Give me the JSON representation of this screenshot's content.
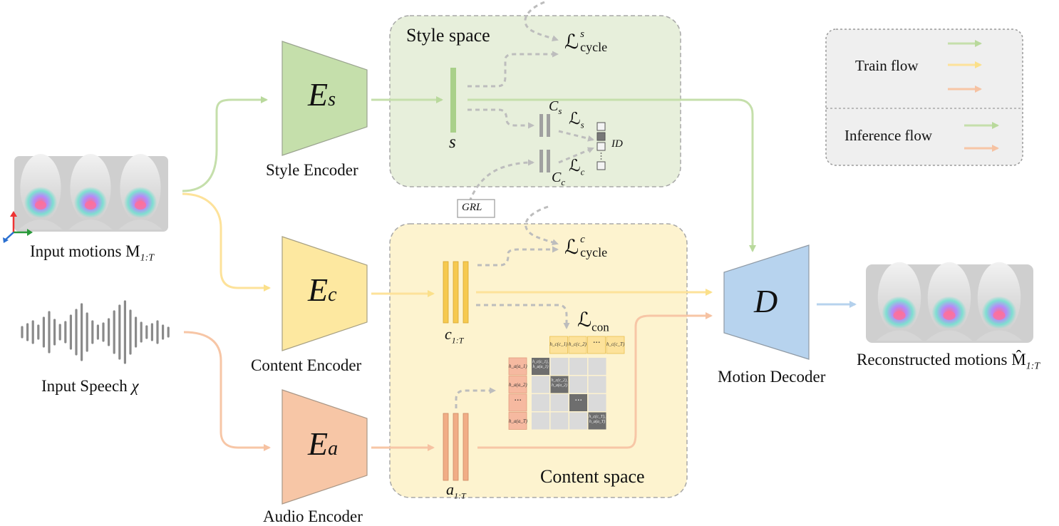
{
  "colors": {
    "green": "#c5dfab",
    "green_edge": "#a9c98a",
    "yellow": "#fde8a0",
    "yellow_edge": "#f5d36a",
    "orange": "#f7c6a6",
    "orange_edge": "#ea9f7c",
    "blue": "#b7d3ee",
    "blue_edge": "#8fb5da",
    "style_space_bg": "#e7efdb",
    "content_space_bg": "#fdf3cf",
    "legend_bg": "#efefef",
    "dash_gray": "#bdbdbd"
  },
  "inputs": {
    "motions_label": "Input motions M",
    "motions_sub": "1:T",
    "speech_label": "Input Speech",
    "speech_symbol": "χ"
  },
  "encoders": {
    "style": {
      "letter": "E",
      "sub": "s",
      "label": "Style Encoder"
    },
    "content": {
      "letter": "E",
      "sub": "c",
      "label": "Content Encoder"
    },
    "audio": {
      "letter": "E",
      "sub": "a",
      "label": "Audio Encoder"
    }
  },
  "decoder": {
    "letter": "D",
    "label": "Motion Decoder"
  },
  "output": {
    "label": "Reconstructed motions",
    "symbol": "M̂",
    "sub": "1:T"
  },
  "style_space": {
    "title": "Style space",
    "s_label": "s",
    "cs_label": "C",
    "cs_sub": "s",
    "cc_label": "C",
    "cc_sub": "c",
    "loss_cycle_s": {
      "symbol": "ℒ",
      "sup": "s",
      "sub": "cycle"
    },
    "loss_s": {
      "symbol": "ℒ",
      "sub": "s"
    },
    "loss_c": {
      "symbol": "ℒ",
      "sub": "c"
    },
    "id_label": "ID",
    "grl_label": "GRL"
  },
  "content_space": {
    "title": "Content space",
    "c_label": "c",
    "c_sub": "1:T",
    "a_label": "a",
    "a_sub": "1:T",
    "loss_cycle_c": {
      "symbol": "ℒ",
      "sup": "c",
      "sub": "cycle"
    },
    "loss_con": {
      "symbol": "ℒ",
      "sub": "con"
    },
    "matrix": {
      "col_headers": [
        "h_c(c_1)",
        "h_c(c_2)",
        "···",
        "h_c(c_T)"
      ],
      "row_headers": [
        "h_a(a_1)",
        "h_a(a_2)",
        "···",
        "h_a(a_T)"
      ],
      "diag": [
        "h_c(c_1), h_a(a_1)",
        "h_c(c_2), h_a(a_2)",
        "···",
        "h_c(c_T), h_a(a_T)"
      ]
    }
  },
  "legend": {
    "train_label": "Train flow",
    "inference_label": "Inference flow"
  }
}
